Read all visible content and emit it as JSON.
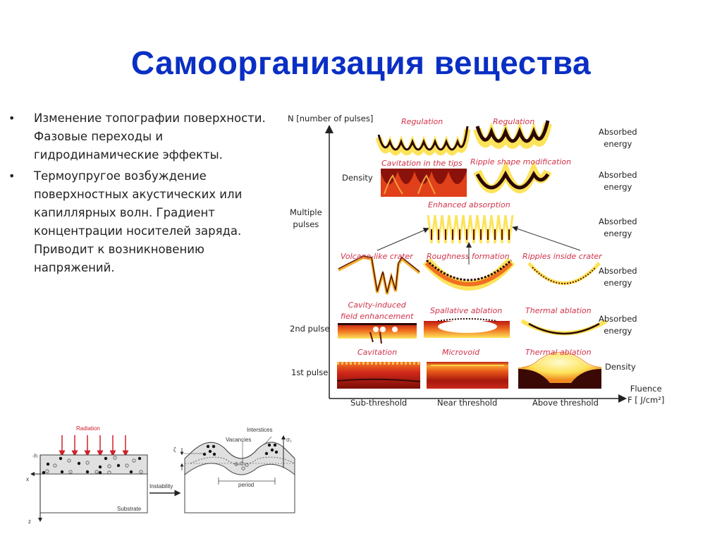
{
  "slide": {
    "title": "Самоорганизация вещества",
    "title_color": "#0a2fc4",
    "bullets": [
      {
        "marker": "•",
        "text": "Изменение топографии поверхности. Фазовые переходы и гидродинамические эффекты."
      },
      {
        "marker": "•",
        "text": "Термоупругое возбуждение поверхностных акустических или капиллярных волн. Градиент концентрации носителей заряда. Приводит к возникновению напряжений."
      }
    ]
  },
  "figure": {
    "y_axis_label": "N [number of pulses]",
    "x_axis_label_line1": "Fluence",
    "x_axis_label_line2": "F [ J/cm²]",
    "row_labels": {
      "density_top": "Density",
      "multiple_line1": "Multiple",
      "multiple_line2": "pulses",
      "second_pulse": "2nd pulse",
      "first_pulse": "1st pulse"
    },
    "right_labels": [
      {
        "line1": "Absorbed",
        "line2": "energy"
      },
      {
        "line1": "Absorbed",
        "line2": "energy"
      },
      {
        "line1": "Absorbed",
        "line2": "energy"
      },
      {
        "line1": "Absorbed",
        "line2": "energy"
      },
      {
        "line1": "Absorbed",
        "line2": "energy"
      },
      {
        "line1": "Density",
        "line2": ""
      }
    ],
    "x_categories": [
      "Sub-threshold",
      "Near threshold",
      "Above threshold"
    ],
    "captions": {
      "regulation_1": "Regulation",
      "regulation_2": "Regulation",
      "cavitation_tips": "Cavitation in the tips",
      "ripple_shape": "Ripple shape modification",
      "enhanced_absorption": "Enhanced absorption",
      "volcano": "Volcano-like crater",
      "roughness": "Roughness formation",
      "ripples_crater": "Ripples inside crater",
      "cavity_line1": "Cavity-induced",
      "cavity_line2": "field enhancement",
      "spallative": "Spallative ablation",
      "thermal_2": "Thermal ablation",
      "cavitation": "Cavitation",
      "microvoid": "Microvoid",
      "thermal_1": "Thermal ablation"
    },
    "colors": {
      "caption": "#d0324a",
      "heat_dark": "#3a0a05",
      "heat_red": "#b01a10",
      "heat_orange": "#f06a10",
      "heat_yellow": "#fde35a"
    }
  },
  "diagram": {
    "radiation_label": "Radiation",
    "h_label": "-h",
    "x_label": "x",
    "z_label": "z",
    "substrate_label": "Substrate",
    "instability_label": "Instability",
    "vacancies_label": "Vacancies",
    "interstices_label": "Interstices",
    "period_label": "period",
    "zeta_label": "ζ",
    "sigma_label": "σ₁",
    "radiation_color": "#d0202a"
  }
}
